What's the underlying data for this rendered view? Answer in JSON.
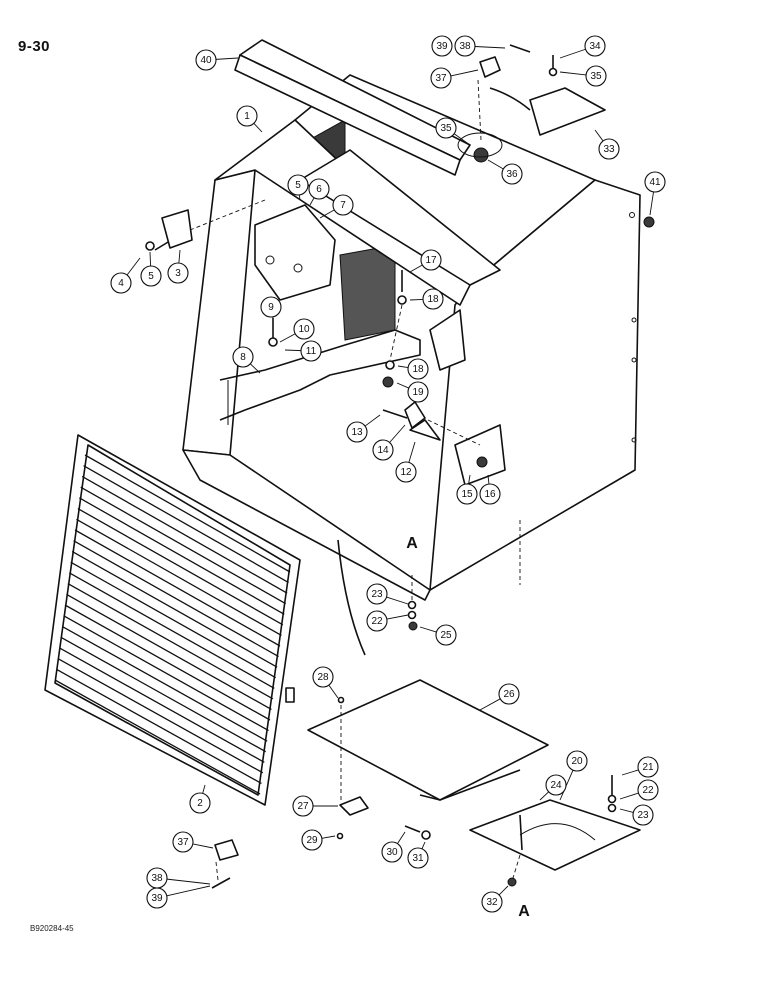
{
  "page_number": "9-30",
  "figure_code": "B920284-45",
  "section_marker": "A",
  "callouts": [
    "1",
    "2",
    "3",
    "4",
    "5",
    "6",
    "7",
    "8",
    "9",
    "10",
    "11",
    "12",
    "13",
    "14",
    "15",
    "16",
    "17",
    "18",
    "19",
    "20",
    "21",
    "22",
    "23",
    "24",
    "25",
    "26",
    "27",
    "28",
    "29",
    "30",
    "31",
    "32",
    "33",
    "34",
    "35",
    "36",
    "37",
    "38",
    "39",
    "40",
    "41"
  ]
}
